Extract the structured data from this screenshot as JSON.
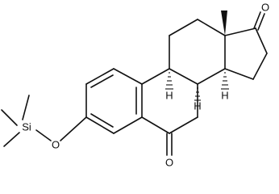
{
  "atoms": {
    "o_ketone_17": "O",
    "o_ketone_6": "O",
    "o_ether": "O",
    "si": "Si",
    "h_9": "H",
    "h_8": "H",
    "h_14": "H"
  },
  "colors": {
    "ink": "#111111",
    "background": "#ffffff"
  }
}
